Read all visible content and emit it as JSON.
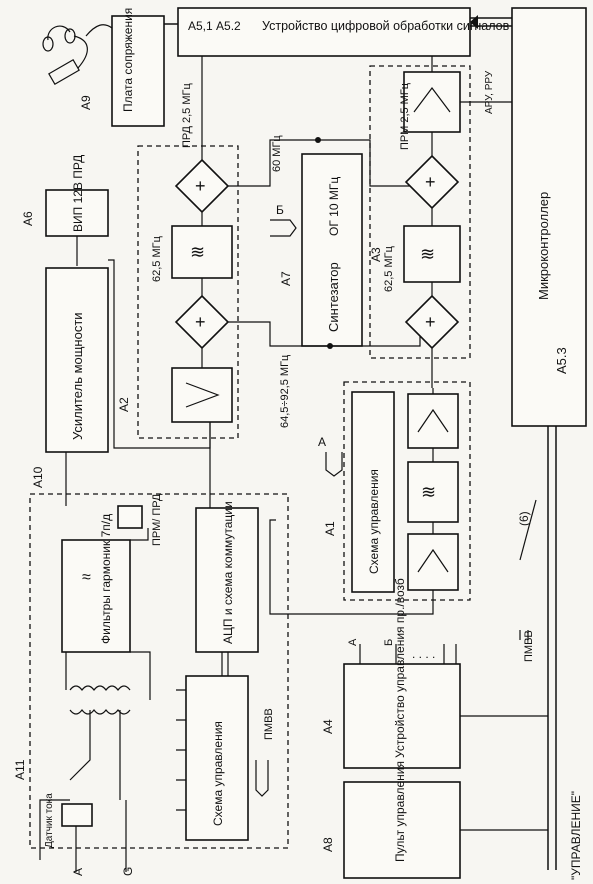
{
  "diagram": {
    "blocks": {
      "dsp_title": "Устройство цифровой обработки сигналов",
      "dsp_ref": "А5,1 А5.2",
      "interface_board": "Плата сопряжения",
      "a9": "А9",
      "microcontroller": "Микроконтроллер",
      "a53": "А5.3",
      "a6": "А6",
      "vip": "ВИП 12В ПРД",
      "v12": "12В",
      "power_amp": "Усилитель мощности",
      "a10": "А10",
      "synth": "Синтезатор",
      "a7": "А7",
      "og": "ОГ 10 МГц",
      "a3": "А3",
      "a2": "А2",
      "a1": "А1",
      "ctrl_a1": "Схема управления",
      "filters": "Фильтры гармоник 7п/д",
      "prm_prd_relay": "ПРМ/ ПРД",
      "adc": "АЦП и схема коммутации",
      "ctrl_a11": "Схема управления",
      "a11": "А11",
      "current_sensor": "Датчик тока",
      "a4": "А4",
      "rx_tx_device": "Устройство управления пр./возб",
      "a8": "А8",
      "panel": "Пульт управления"
    },
    "labels": {
      "prd_2_5": "ПРД 2,5 МГц",
      "prm_2_5": "ПРМ 2,5 МГц",
      "agc": "АРУ, РРУ",
      "f60": "60 МГц",
      "f62_5_a2": "62,5 МГц",
      "f62_5_a3": "62,5 МГц",
      "f64_92": "64,5÷92,5 МГц",
      "b_top": "Б",
      "a_mid": "А",
      "bus6": "(6)",
      "pmvv_bus": "ПМВВ",
      "pmvv_a11": "ПМВВ",
      "out_a": "А",
      "out_b": "Б",
      "dots": ". . . .",
      "term_a": "А",
      "term_g": "G",
      "control": "\"УПРАВЛЕНИЕ\""
    }
  }
}
